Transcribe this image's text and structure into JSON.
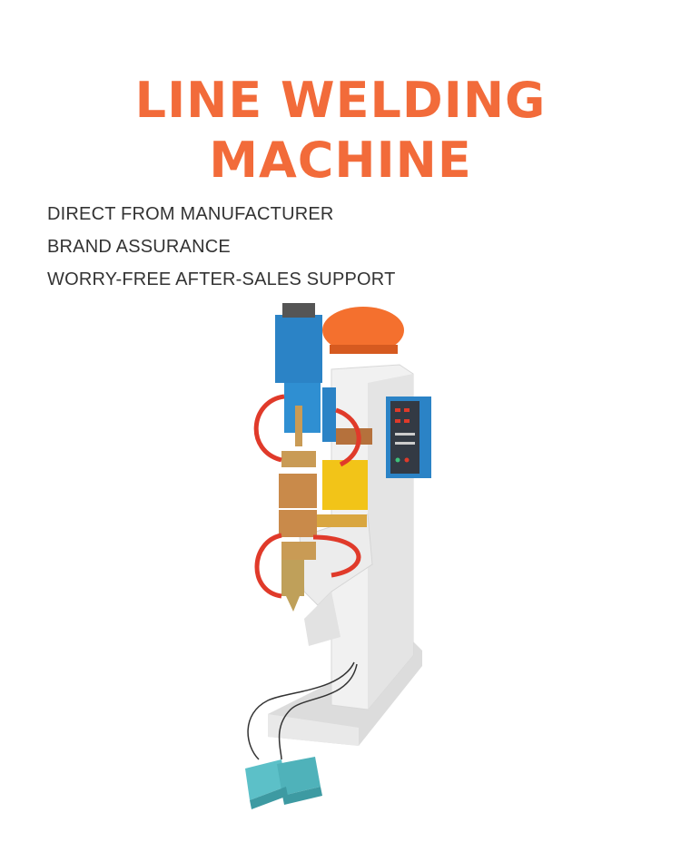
{
  "title": "LINE WELDING MACHINE",
  "features": [
    "DIRECT FROM MANUFACTURER",
    "BRAND ASSURANCE",
    "WORRY-FREE AFTER-SALES SUPPORT"
  ],
  "colors": {
    "accent": "#f26b3a",
    "text": "#333333",
    "machine_frame": "#f2f2f2",
    "cylinder_blue": "#2b83c6",
    "tank_orange": "#f4702e",
    "copper": "#c98a4a",
    "cable_red": "#e03a2a",
    "pedal_teal": "#5cc0c8"
  }
}
